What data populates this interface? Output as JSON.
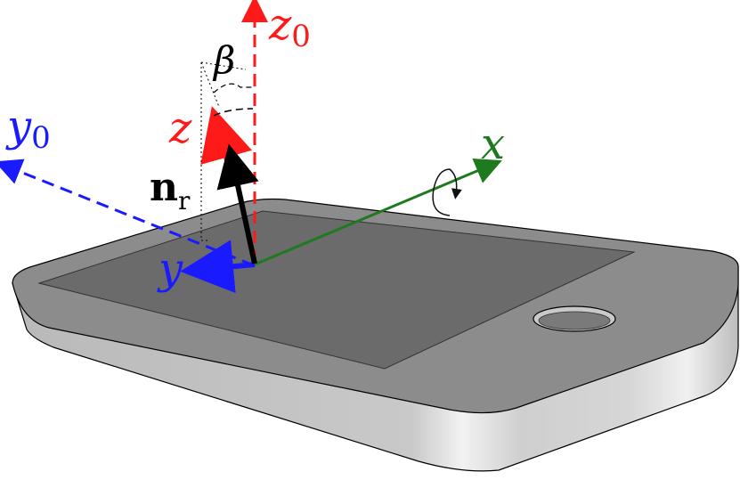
{
  "labels": {
    "z0": {
      "base": "z",
      "sub": "0"
    },
    "y0": {
      "base": "y",
      "sub": "0"
    },
    "z": "z",
    "x": "x",
    "y": "y",
    "beta": "β",
    "nr": {
      "base": "n",
      "sub": "r"
    }
  },
  "colors": {
    "z_axis": "#ff1a1a",
    "y_axis": "#1a1aff",
    "x_axis": "#1f7a1f",
    "normal": "#000000",
    "device_body": "#c8c8c8",
    "device_top": "#8a8a8a",
    "screen": "#6b6b6b"
  },
  "icons": {
    "rotation_arrow": "rotation-arrow-icon",
    "home_button": "home-button-icon"
  }
}
